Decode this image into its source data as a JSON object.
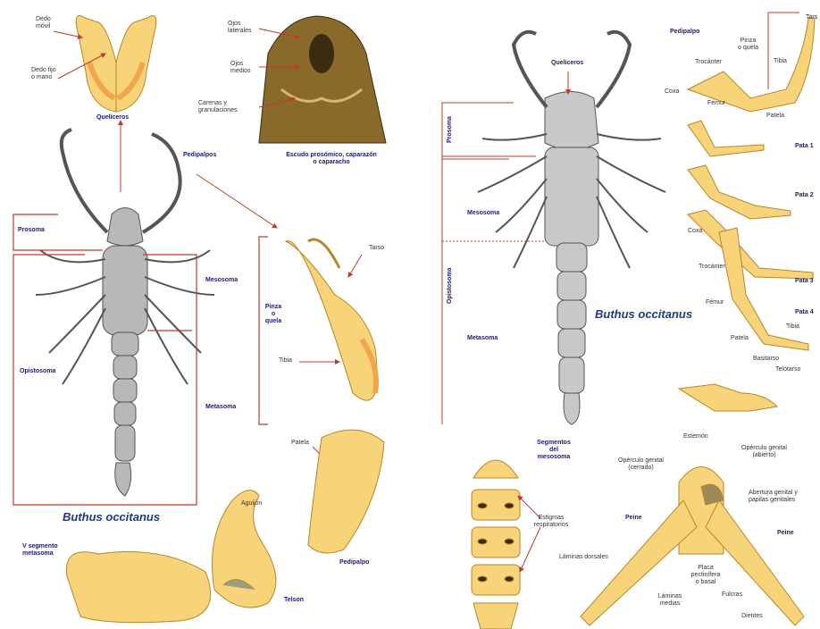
{
  "left": {
    "quel_top": {
      "dedo_movil": "Dedo\nmóvil",
      "dedo_fijo": "Dedo fijo\no mano",
      "title": "Quelíceros"
    },
    "escudo": {
      "ojos_laterales": "Ojos\nlaterales",
      "ojos_medios": "Ojos\nmedios",
      "carenas": "Carenas y\ngranulaciones",
      "caption": "Escudo prosómico, caparazón\no caparacho"
    },
    "body": {
      "pedipalpos": "Pedipalpos",
      "prosoma": "Prosoma",
      "mesosoma": "Mesosoma",
      "opistosoma": "Opistosoma",
      "metasoma": "Metasoma",
      "species": "Buthus occitanus"
    },
    "pinza": {
      "tarso": "Tarso",
      "pinza": "Pinza\no\nquela",
      "tibia": "Tibia",
      "patela": "Patela",
      "caption": "Pedipalpo"
    },
    "tail": {
      "aguijon": "Aguijón",
      "v_segmento": "V segmento\nmetasoma",
      "telson": "Telson"
    }
  },
  "right": {
    "body": {
      "queliceros": "Quelíceros",
      "prosoma": "Prosoma",
      "mesosoma": "Mesosoma",
      "opistosoma": "Opistosoma",
      "metasoma": "Metasoma",
      "species": "Buthus occitanus"
    },
    "legs": {
      "pedipalpo": "Pedipalpo",
      "pinza": "Pinza\no quela",
      "tars": "Tars",
      "tibia": "Tibia",
      "trocanter_top": "Trocánter",
      "coxa_top": "Coxa",
      "femur_top": "Fémur",
      "patela_top": "Patela",
      "pata1": "Pata 1",
      "pata2": "Pata 2",
      "coxa": "Coxa",
      "trocanter": "Trocánter",
      "pata3": "Pata 3",
      "femur": "Fémur",
      "pata4": "Pata 4",
      "tibia2": "Tibia",
      "patela": "Patela",
      "basitarso": "Basitarso",
      "telotarso": "Telotarso"
    },
    "segmentos": {
      "title": "Segmentos\ndel\nmesosoma",
      "estigmas": "Estigmas\nrespiratorios"
    },
    "genital": {
      "estemon": "Estemón",
      "opercula_cerrado": "Opérculo genital\n(cerrado)",
      "opercula_abierto": "Opérculo genital\n(abierto)",
      "abertura": "Abertura genital y\npapilas genitales",
      "peine_l": "Peine",
      "peine_r": "Peine",
      "laminas_dorsales": "Láminas dorsales",
      "laminas_medias": "Láminas\nmedias",
      "placa": "Placa\npectinífera\no basal",
      "fulcras": "Fulcras",
      "dientes": "Dientes"
    }
  },
  "colors": {
    "yellow": "#f7d37a",
    "orange": "#f0a64a",
    "red": "#c0392b",
    "navy": "#1a1a7a",
    "gray": "#8a8a8a"
  }
}
